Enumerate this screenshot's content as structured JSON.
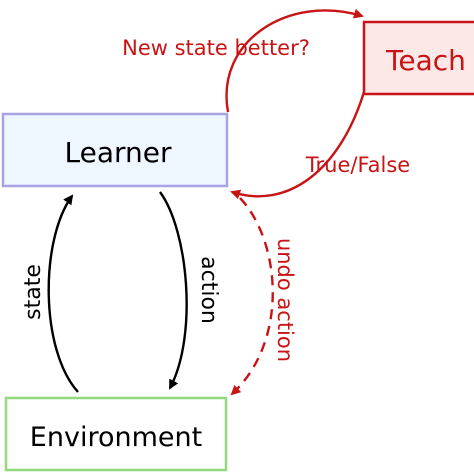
{
  "nodes": {
    "learner": {
      "label": "Learner"
    },
    "teacher": {
      "label": "Teach"
    },
    "environment": {
      "label": "Environment"
    }
  },
  "edges": {
    "state": {
      "label": "state"
    },
    "action": {
      "label": "action"
    },
    "query": {
      "label": "New state better?"
    },
    "feedback": {
      "label": "True/False"
    },
    "undo": {
      "label": "undo action"
    }
  },
  "colors": {
    "learner_fill": "#eef6ff",
    "learner_stroke": "#a7a3e4",
    "teacher_fill": "#fde8e8",
    "teacher_stroke": "#c81414",
    "environment_fill": "#ffffff",
    "environment_stroke": "#94d87f",
    "black_arrow": "#000000",
    "red_arrow": "#c81414"
  }
}
